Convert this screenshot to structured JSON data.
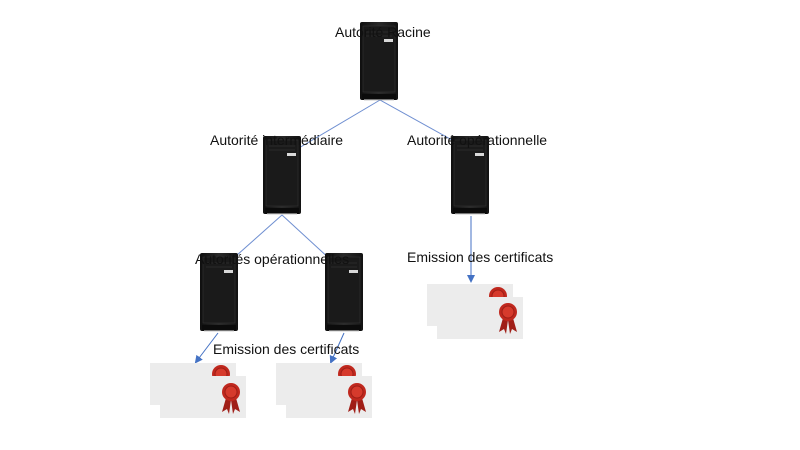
{
  "nodes": {
    "root": {
      "label": "Autorité Racine"
    },
    "intermediate": {
      "label": "Autorité intermédiaire"
    },
    "operational_right": {
      "label": "Autorité opérationnelle"
    },
    "operational_group": {
      "label": "Autorités opérationnelles"
    }
  },
  "issuance": {
    "left_label": "Emission des certificats",
    "right_label": "Emission des certificats"
  },
  "colors": {
    "connector": "#6f8fd1",
    "arrow": "#4472c4",
    "server_body": "#1e1e1e",
    "certificate": "#ececec",
    "seal": "#c0281e"
  },
  "icons": {
    "server": "server-tower-icon",
    "certificate": "certificate-with-seal-icon"
  }
}
